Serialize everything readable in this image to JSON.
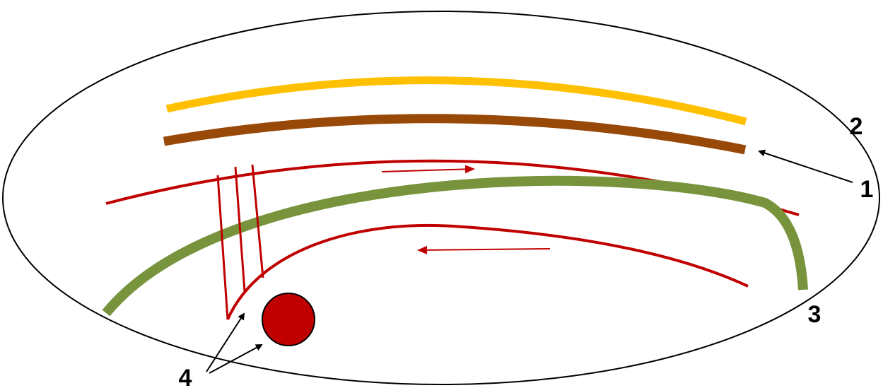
{
  "labels": {
    "one": "1",
    "two": "2",
    "three": "3",
    "four": "4"
  },
  "colors": {
    "outline": "#000000",
    "yellow_band": "#FFC000",
    "brown_band": "#984807",
    "red_strand": "#C00000",
    "green_band": "#77933C",
    "dot": "#C00000",
    "pointer": "#000000"
  }
}
